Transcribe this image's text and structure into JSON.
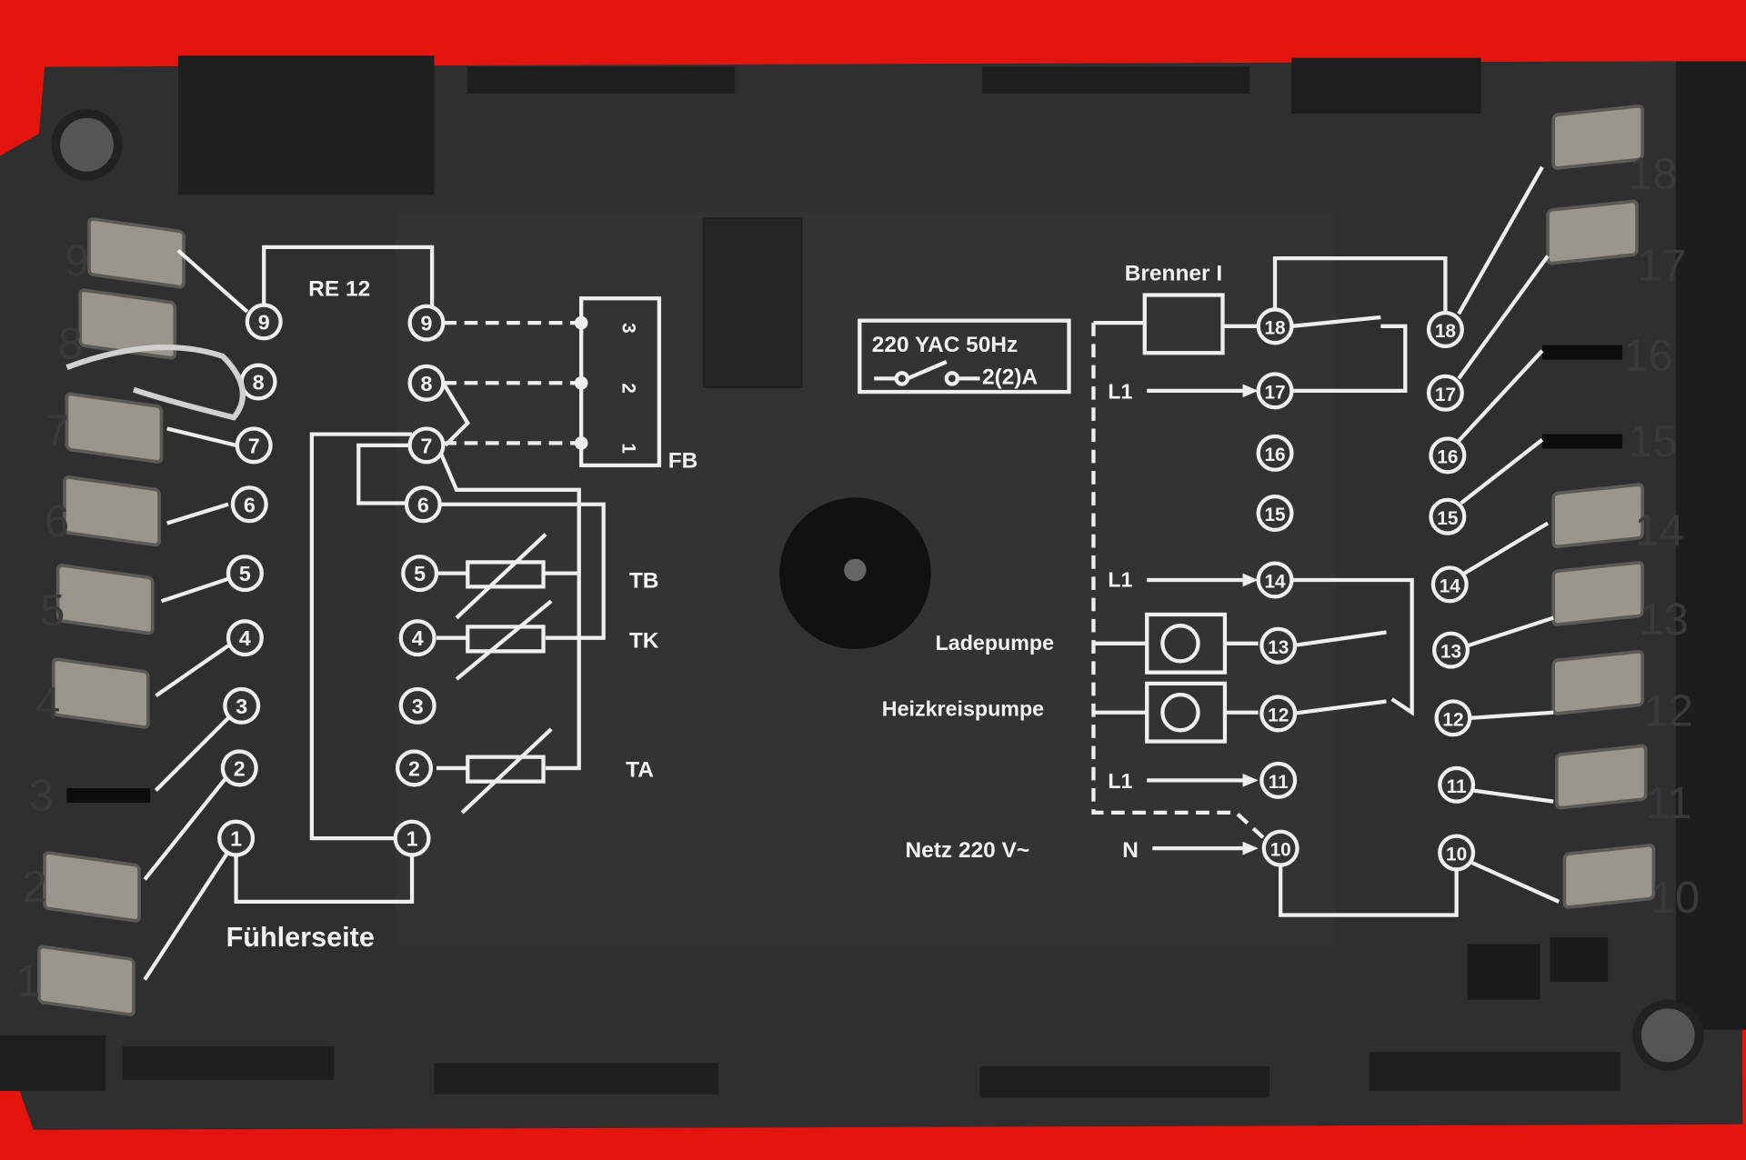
{
  "device_label": "RE 12",
  "sensor_side_label": "Fühlerseite",
  "remote_label": "FB",
  "remote_pins": [
    "3",
    "2",
    "1"
  ],
  "sensors": [
    "TB",
    "TK",
    "TA"
  ],
  "rating": {
    "line1": "220 YAC 50Hz",
    "line2": "2(2)A"
  },
  "burner_label": "Brenner I",
  "l1_labels": [
    "L1",
    "L1",
    "L1"
  ],
  "pump_labels": [
    "Ladepumpe",
    "Heizkreispumpe"
  ],
  "mains_label": "Netz 220 V~",
  "neutral_label": "N",
  "left_terminals": [
    "9",
    "8",
    "7",
    "6",
    "5",
    "4",
    "3",
    "2",
    "1"
  ],
  "right_terminals": [
    "18",
    "17",
    "16",
    "15",
    "14",
    "13",
    "12",
    "11",
    "10"
  ],
  "housing_left_numbers": [
    "9",
    "8",
    "7",
    "6",
    "5",
    "4",
    "3",
    "2",
    "1"
  ],
  "housing_right_numbers": [
    "18",
    "17",
    "16",
    "15",
    "14",
    "13",
    "12",
    "11",
    "10"
  ],
  "colors": {
    "background": "#e4140f",
    "housing": "#2f2f30",
    "print": "#eeeeee"
  }
}
